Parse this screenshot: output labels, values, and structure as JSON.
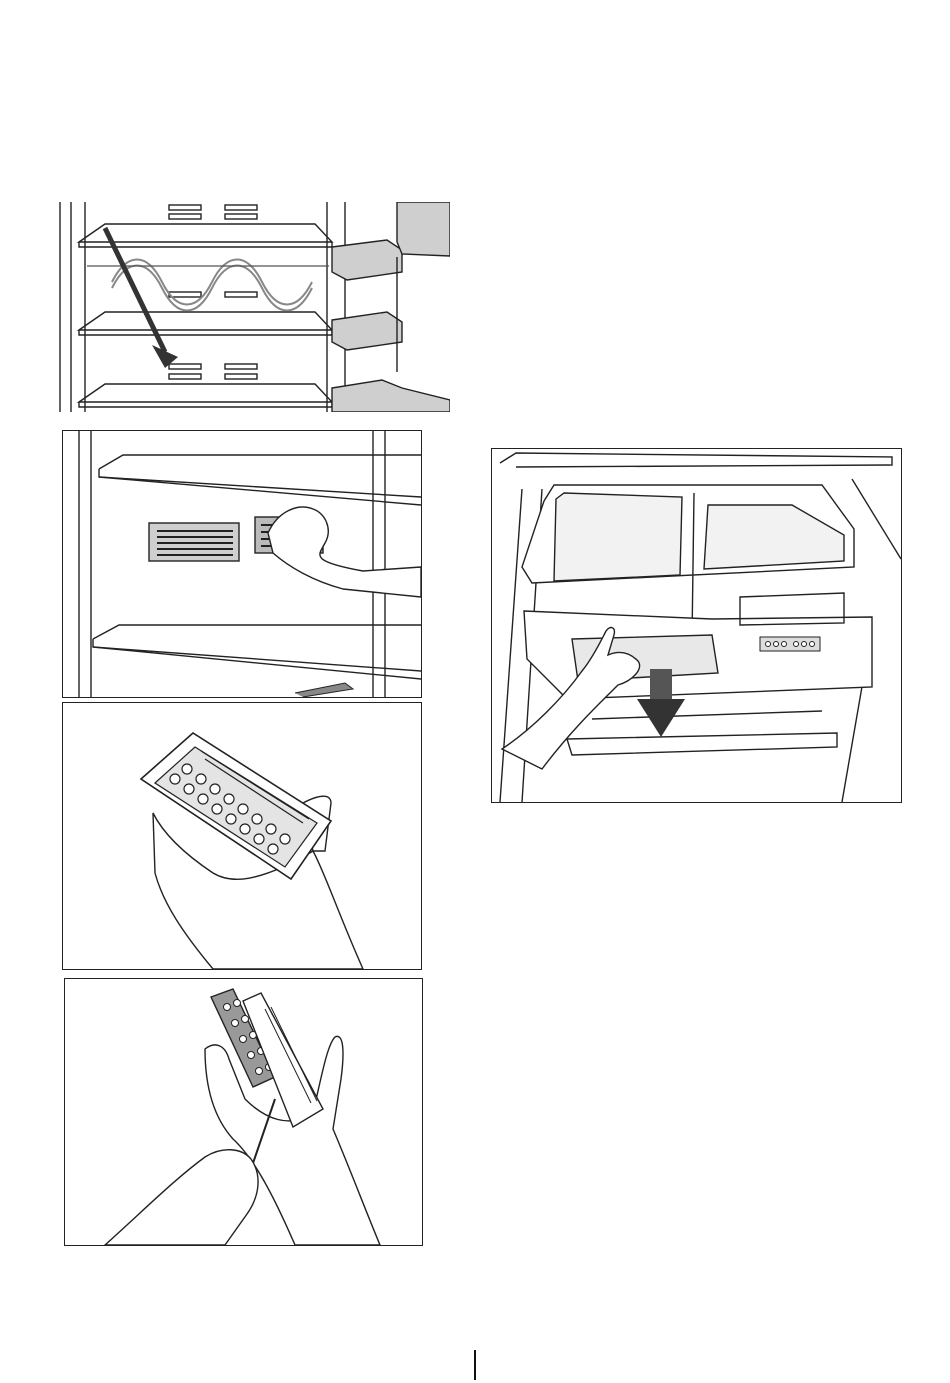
{
  "page": {
    "figures": [
      {
        "id": "fig-wine-rack-shelves",
        "boxed": false
      },
      {
        "id": "fig-insert-odour-filter",
        "boxed": true
      },
      {
        "id": "fig-filter-in-hand",
        "boxed": true
      },
      {
        "id": "fig-open-filter-cover",
        "boxed": true
      },
      {
        "id": "fig-remove-crisper-drawer",
        "boxed": true
      }
    ]
  },
  "colors": {
    "line": "#222222",
    "fill_gray": "#cfcfcf",
    "dark_gray": "#8c8c8c",
    "arrow": "#333333"
  }
}
